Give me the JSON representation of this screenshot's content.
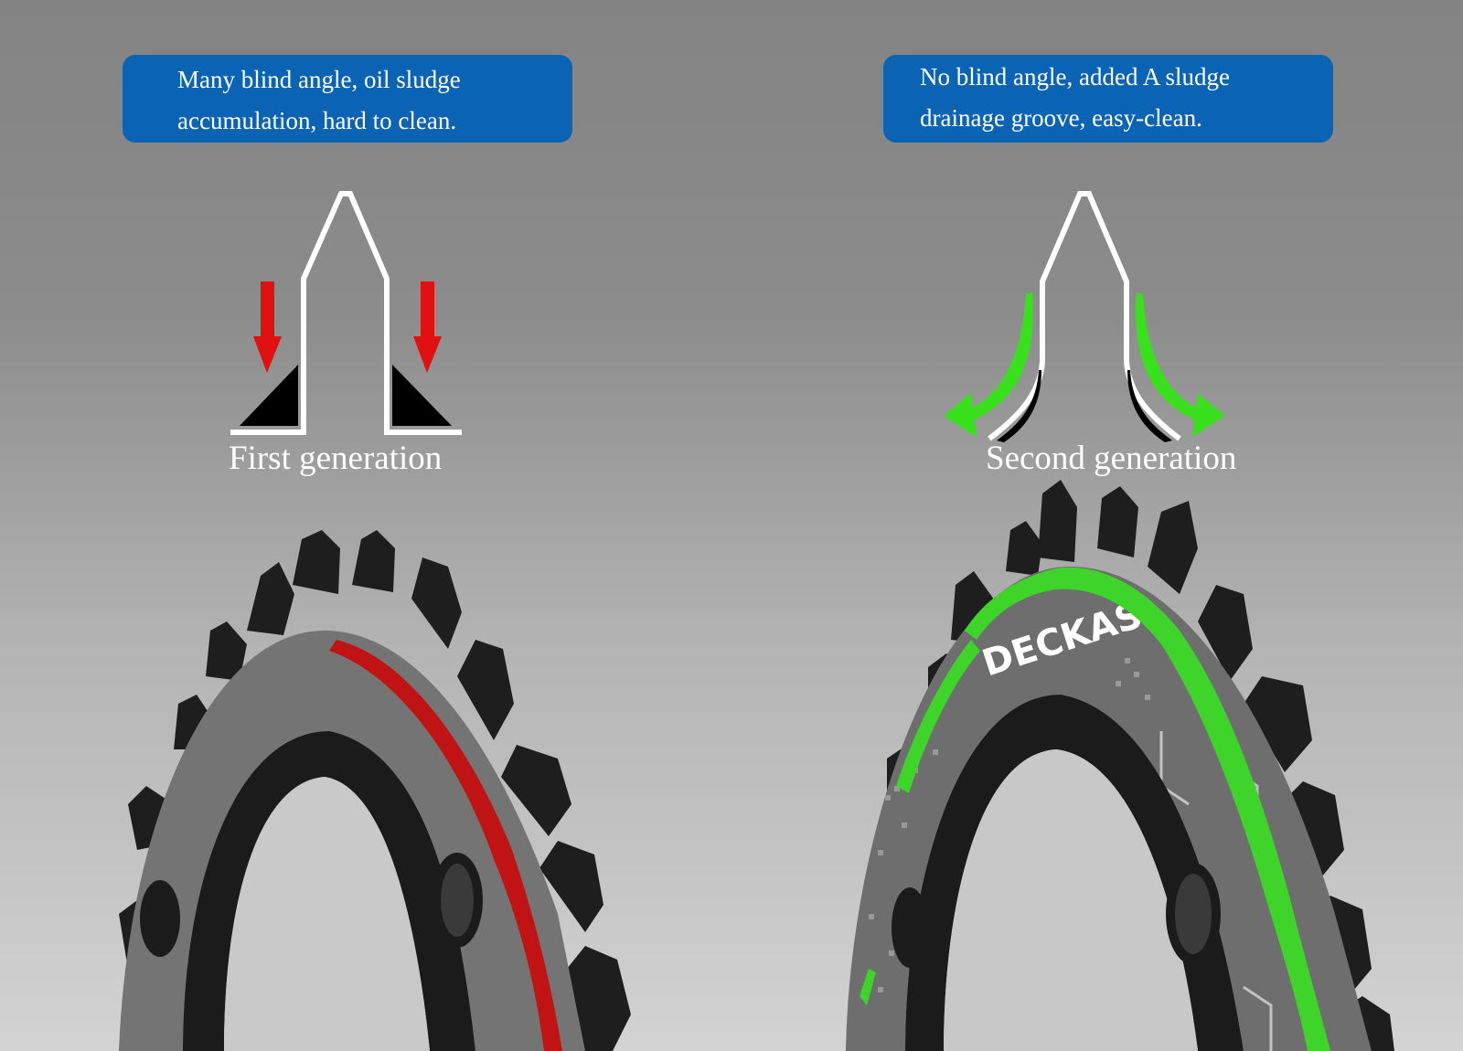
{
  "first_generation": {
    "callout_lines": [
      "Many blind angle, oil sludge",
      "accumulation, hard to clean."
    ],
    "label": "First generation",
    "arrow_color": "#e01010",
    "highlight_color": "#c01414",
    "icons": [
      "tooth-profile-icon",
      "down-arrow-icon",
      "blind-angle-triangle-icon"
    ]
  },
  "second_generation": {
    "callout_lines": [
      "No blind angle, added A sludge",
      "drainage groove, easy-clean."
    ],
    "label": "Second generation",
    "arrow_color": "#39e01c",
    "highlight_color": "#3fd42a",
    "brand": "DECKAS",
    "icons": [
      "tooth-profile-icon",
      "curved-flow-arrow-icon",
      "drainage-groove-icon"
    ]
  },
  "colors": {
    "callout_bg": "#0b63b4",
    "ring_black": "#1c1c1c",
    "ring_gray": "#6d6d6d"
  }
}
